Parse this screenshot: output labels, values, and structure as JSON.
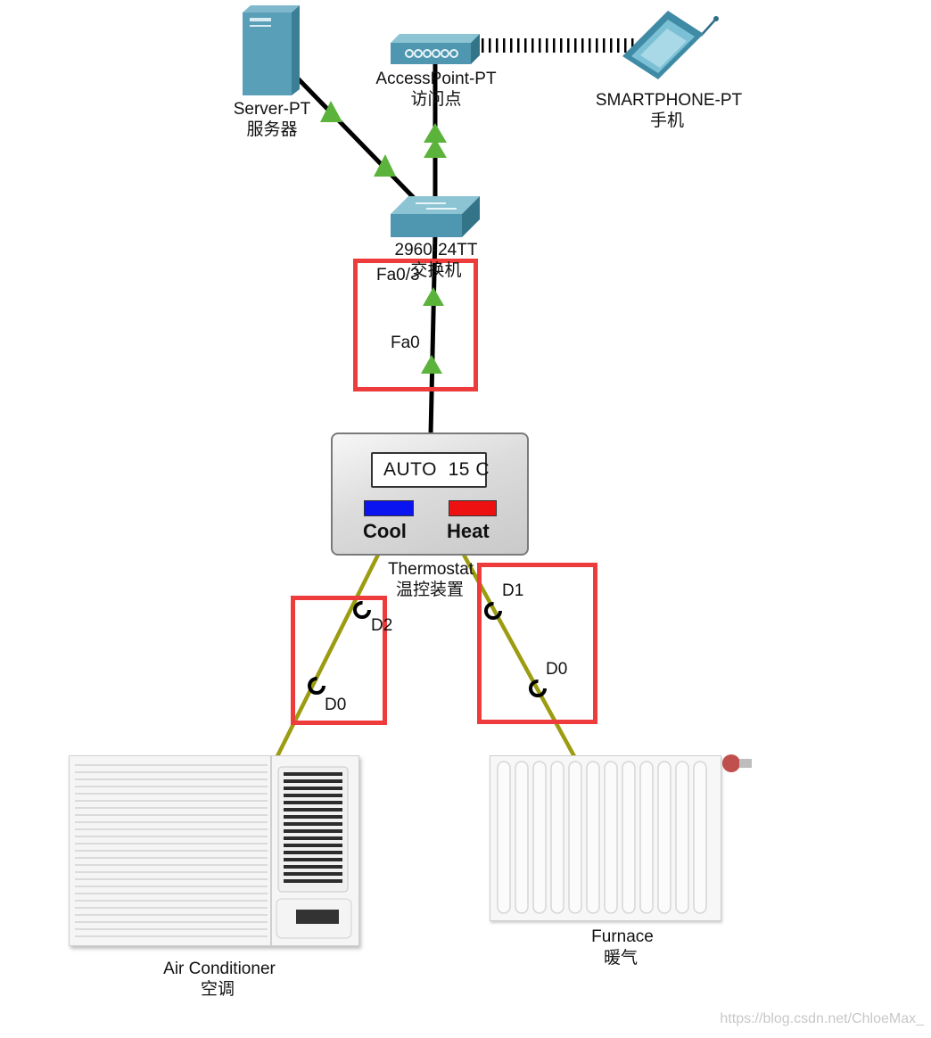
{
  "devices": {
    "server": {
      "name": "Server-PT",
      "subtitle": "服务器"
    },
    "access_point": {
      "name": "AccessPoint-PT",
      "subtitle": "访问点"
    },
    "smartphone": {
      "name": "SMARTPHONE-PT",
      "subtitle": "手机"
    },
    "switch": {
      "name": "2960-24TT",
      "subtitle": "交换机"
    },
    "thermostat": {
      "name": "Thermostat",
      "subtitle": "温控装置",
      "display": "AUTO  15 C",
      "cool_label": "Cool",
      "heat_label": "Heat",
      "cool_color": "#0a14f0",
      "heat_color": "#ee1111"
    },
    "air_conditioner": {
      "name": "Air Conditioner",
      "subtitle": "空调"
    },
    "furnace": {
      "name": "Furnace",
      "subtitle": "暖气"
    }
  },
  "ports": {
    "switch_port": "Fa0/3",
    "thermostat_port": "Fa0",
    "thermostat_to_ac": "D2",
    "ac_port": "D0",
    "thermostat_to_furnace": "D1",
    "furnace_port": "D0"
  },
  "colors": {
    "ethernet_link": "#000000",
    "iot_link": "#9c9c10",
    "link_up_indicator": "#5bb33c",
    "highlight_box": "#ee3b3b"
  },
  "watermark": "https://blog.csdn.net/ChloeMax_"
}
